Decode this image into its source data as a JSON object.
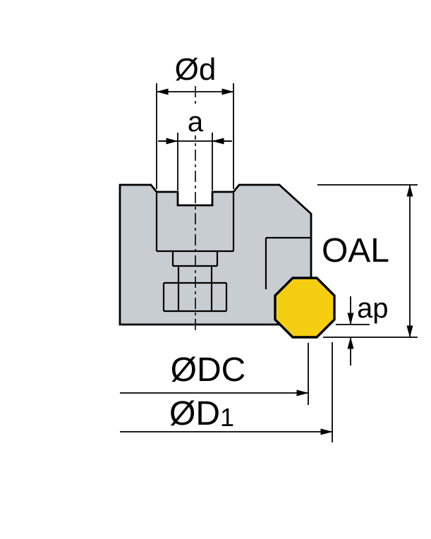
{
  "labels": {
    "od": "Ød",
    "a": "a",
    "oal": "OAL",
    "ap": "ap",
    "odc": "ØDC",
    "od1_main": "ØD",
    "od1_sub": "1"
  },
  "colors": {
    "background": "#ffffff",
    "body_fill": "#c8cdd2",
    "insert_fill": "#f5ce12",
    "line": "#000000"
  }
}
